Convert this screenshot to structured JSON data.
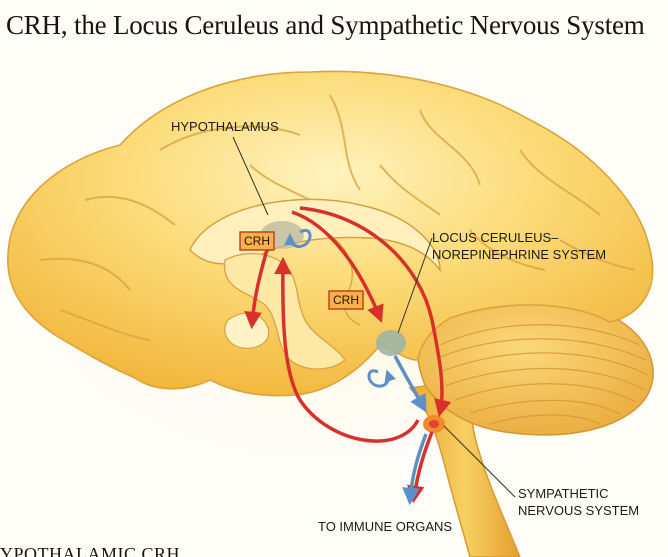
{
  "title": "CRH, the Locus Ceruleus and Sympathetic Nervous System",
  "labels": {
    "hypothalamus": "HYPOTHALAMUS",
    "locus_line1": "LOCUS CERULEUS–",
    "locus_line2": "NOREPINEPHRINE SYSTEM",
    "crh_hypothalamus": "CRH",
    "crh_pathway": "CRH",
    "sympathetic_line1": "SYMPATHETIC",
    "sympathetic_line2": "NERVOUS SYSTEM",
    "immune": "TO IMMUNE ORGANS"
  },
  "caption": "YPOTHALAMIC CRH",
  "colors": {
    "brain": "#f6c64e",
    "brain_light": "#fde79a",
    "arrow_red": "#d8302a",
    "arrow_blue": "#5d8fc8",
    "background": "#fefdf8"
  }
}
